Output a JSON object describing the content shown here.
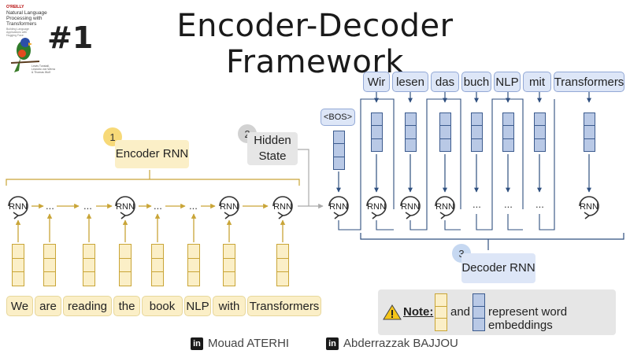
{
  "title": "Encoder-Decoder Framework",
  "book": {
    "publisher": "O'REILLY",
    "title_line1": "Natural Language",
    "title_line2": "Processing with",
    "title_line3": "Transformers",
    "subtitle": "Building Language Applications with Hugging Face",
    "authors": "Lewis Tunstall, Leandro von Werra & Thomas Wolf",
    "rank": "#1"
  },
  "encoder": {
    "number": "1",
    "label": "Encoder RNN",
    "rnn_label": "RNN",
    "ellipsis": "...",
    "input_words": [
      "We",
      "are",
      "reading",
      "the",
      "book",
      "NLP",
      "with",
      "Transformers"
    ]
  },
  "hidden": {
    "number": "2",
    "label_line1": "Hidden",
    "label_line2": "State"
  },
  "decoder": {
    "number": "3",
    "label": "Decoder RNN",
    "bos": "<BOS>",
    "output_words": [
      "Wir",
      "lesen",
      "das",
      "buch",
      "NLP",
      "mit",
      "Transformers"
    ]
  },
  "note": {
    "label": "Note:",
    "and": "and",
    "text": "represent word embeddings"
  },
  "credits": [
    "Mouad ATERHI",
    "Abderrazzak BAJJOU"
  ],
  "colors": {
    "encoder_fill": "#fbefc7",
    "encoder_stroke": "#c9a537",
    "decoder_fill": "#b9c9e6",
    "decoder_stroke": "#3c5b8e",
    "badge_yellow": "#f7d978",
    "badge_gray": "#d2d2d2",
    "badge_blue": "#c6d8f1"
  }
}
